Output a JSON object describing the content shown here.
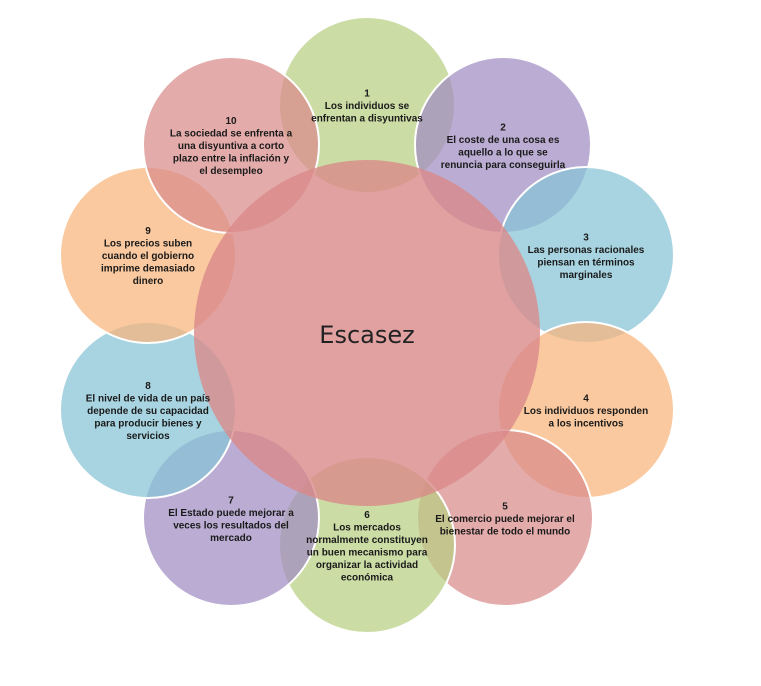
{
  "diagram": {
    "center": {
      "label": "Escasez",
      "color": "#d98a8a"
    },
    "nodes": [
      {
        "number": "1",
        "lines": [
          "Los individuos se",
          "enfrentan a disyuntivas"
        ],
        "color": "#b7cf82"
      },
      {
        "number": "2",
        "lines": [
          "El coste de una cosa es",
          "aquello a lo que se",
          "renuncia para conseguirla"
        ],
        "color": "#a08cc0"
      },
      {
        "number": "3",
        "lines": [
          "Las personas racionales",
          "piensan en términos",
          "marginales"
        ],
        "color": "#86c3d6"
      },
      {
        "number": "4",
        "lines": [
          "Los individuos responden",
          "a los incentivos"
        ],
        "color": "#f8b47a"
      },
      {
        "number": "5",
        "lines": [
          "El comercio puede mejorar el",
          "bienestar de todo el mundo"
        ],
        "color": "#d98a8a"
      },
      {
        "number": "6",
        "lines": [
          "Los mercados",
          "normalmente constituyen",
          "un buen mecanismo para",
          "organizar la actividad",
          "económica"
        ],
        "color": "#b7cf82"
      },
      {
        "number": "7",
        "lines": [
          "El Estado puede mejorar a",
          "veces los resultados del",
          "mercado"
        ],
        "color": "#a08cc0"
      },
      {
        "number": "8",
        "lines": [
          "El nivel de vida de un país",
          "depende de su capacidad",
          "para producir bienes y",
          "servicios"
        ],
        "color": "#86c3d6"
      },
      {
        "number": "9",
        "lines": [
          "Los precios suben",
          "cuando el gobierno",
          "imprime demasiado",
          "dinero"
        ],
        "color": "#f8b47a"
      },
      {
        "number": "10",
        "lines": [
          "La sociedad se enfrenta a",
          "una disyuntiva a corto",
          "plazo entre la inflación y",
          "el desempleo"
        ],
        "color": "#d98a8a"
      }
    ]
  }
}
